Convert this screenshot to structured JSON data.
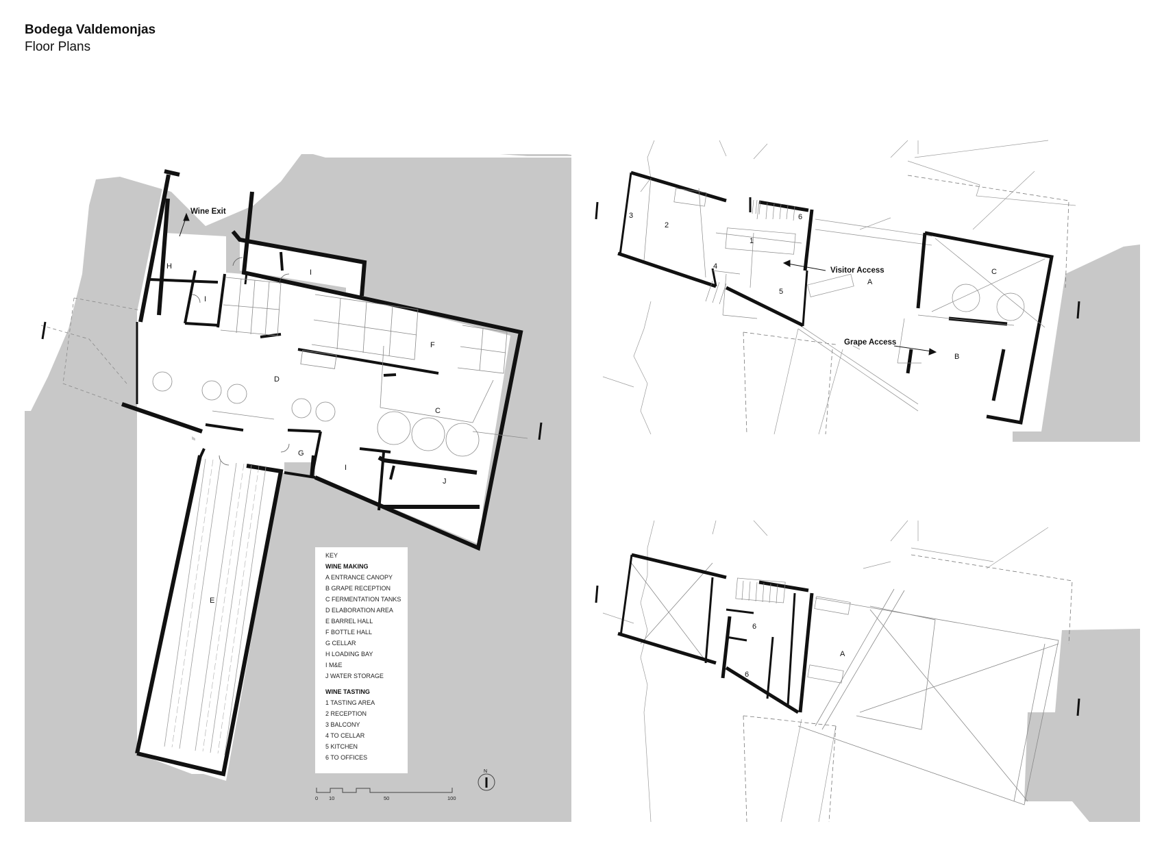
{
  "header": {
    "title": "Bodega Valdemonjas",
    "subtitle": "Floor Plans"
  },
  "plan_labels": {
    "wine_exit": "Wine Exit",
    "visitor_access": "Visitor Access",
    "grape_access": "Grape Access",
    "room_a": "A",
    "room_b": "B",
    "room_c": "C",
    "room_d": "D",
    "room_e": "E",
    "room_f": "F",
    "room_g": "G",
    "room_h": "H",
    "room_i": "I",
    "room_j": "J",
    "num_1": "1",
    "num_2": "2",
    "num_3": "3",
    "num_4": "4",
    "num_5": "5",
    "num_6": "6"
  },
  "key": {
    "heading": "KEY",
    "wine_making_heading": "WINE MAKING",
    "wine_making": [
      "A  ENTRANCE CANOPY",
      "B  GRAPE RECEPTION",
      "C  FERMENTATION TANKS",
      "D  ELABORATION AREA",
      "E  BARREL HALL",
      "F  BOTTLE HALL",
      "G  CELLAR",
      "H  LOADING BAY",
      "I   M&E",
      "J  WATER STORAGE"
    ],
    "wine_tasting_heading": "WINE TASTING",
    "wine_tasting": [
      "1  TASTING AREA",
      "2  RECEPTION",
      "3  BALCONY",
      "4  TO CELLAR",
      "5  KITCHEN",
      "6  TO OFFICES"
    ]
  },
  "scale_bar": {
    "labels": [
      "0",
      "10",
      "50",
      "100"
    ]
  },
  "north": {
    "label": "N"
  },
  "colors": {
    "ground": "#c8c8c8",
    "wall": "#111111",
    "line": "#777777"
  }
}
